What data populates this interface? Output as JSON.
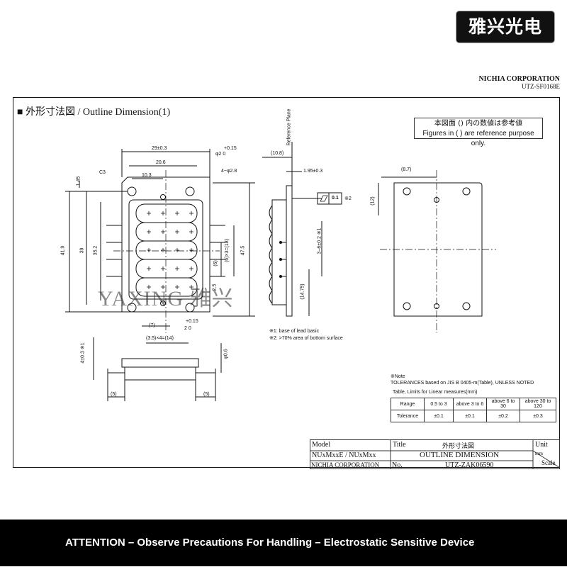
{
  "brand": "雅兴光电",
  "header": {
    "company": "NICHIA CORPORATION",
    "doc_no": "UTZ-SF0168E"
  },
  "section_title": "■ 外形寸法図 / Outline Dimension(1)",
  "reference_note": {
    "jp": "本図面 () 内の数値は参考値",
    "en": "Figures in ( ) are reference purpose only."
  },
  "dimensions": {
    "top_width": "29±0.3",
    "inner_width": "20.6",
    "half_width": "10.3",
    "c3": "C3",
    "dia_top_tol": "+0.15",
    "dia_top": "φ2 0",
    "holes": "4−φ2.8",
    "d145": "1.45",
    "h419": "41.9",
    "h39": "39",
    "h352": "35.2",
    "pitch_v": "(6)×3=(18)",
    "p6": "(6)",
    "h475": "47.5",
    "d25": "2.5",
    "d7": "(7)",
    "bot_tol": "+0.15",
    "bot_dim": "2 0",
    "pitch_h": "(3.5)×4=(14)",
    "lead_t": "4±0.3 ※1",
    "lead_d": "φ0.6",
    "s5l": "(5)",
    "s5r": "(5)",
    "d108": "(10.8)",
    "d195": "1.95±0.3",
    "ref_plane": "Reference Plane",
    "flat": "0.1",
    "flat_note": "※2",
    "pitch_side": "3−6±0.2 ※1",
    "d1475": "(14.75)",
    "r87": "(8.7)",
    "r12": "(12)"
  },
  "lead_notes": [
    "※1: base of lead basic",
    "※2: >70% area of bottom surface"
  ],
  "tolerance": {
    "note": "※Note",
    "line": "TOLERANCES based on JIS B 0405-m(Table), UNLESS NOTED",
    "caption": "Table, Limits for Linear measures(mm)",
    "header": [
      "Range",
      "0.5 to 3",
      "above 3 to 6",
      "above 6 to 30",
      "above 30 to 120"
    ],
    "row": [
      "Tolerance",
      "±0.1",
      "±0.1",
      "±0.2",
      "±0.3"
    ]
  },
  "title_block": {
    "model_label": "Model",
    "model_value": "NUxMxxE / NUxMxx",
    "maker": "NICHIA CORPORATION",
    "title_label": "Title",
    "title_jp": "外形寸法図",
    "title_en": "OUTLINE DIMENSION",
    "no_label": "No.",
    "no_value": "UTZ-ZAK06590",
    "unit_label": "Unit",
    "unit_value": "mm",
    "scale_label": "Scale"
  },
  "watermark": "YAXING 雅兴",
  "attention": "ATTENTION – Observe Precautions For Handling – Electrostatic Sensitive Device"
}
